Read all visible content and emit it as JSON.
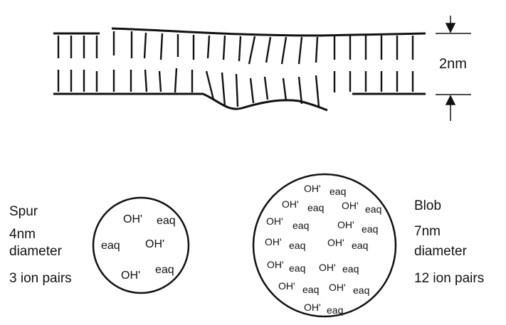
{
  "dna": {
    "width_label": "2nm"
  },
  "spur": {
    "name": "Spur",
    "size": "4nm",
    "size_word": "diameter",
    "ion_pairs": "3 ion pairs",
    "species": [
      "OH'",
      "eaq",
      "eaq",
      "OH'",
      "OH'",
      "eaq"
    ]
  },
  "blob": {
    "name": "Blob",
    "size": "7nm",
    "size_word": "diameter",
    "ion_pairs": "12 ion pairs",
    "species": [
      "OH'",
      "eaq",
      "OH'",
      "eaq",
      "OH'",
      "eaq",
      "OH'",
      "eaq",
      "OH'",
      "eaq",
      "OH'",
      "eaq",
      "OH'",
      "eaq",
      "OH'",
      "eaq",
      "OH'",
      "eaq",
      "OH'",
      "eaq",
      "OH'",
      "eaq",
      "OH'",
      "eaq"
    ]
  }
}
